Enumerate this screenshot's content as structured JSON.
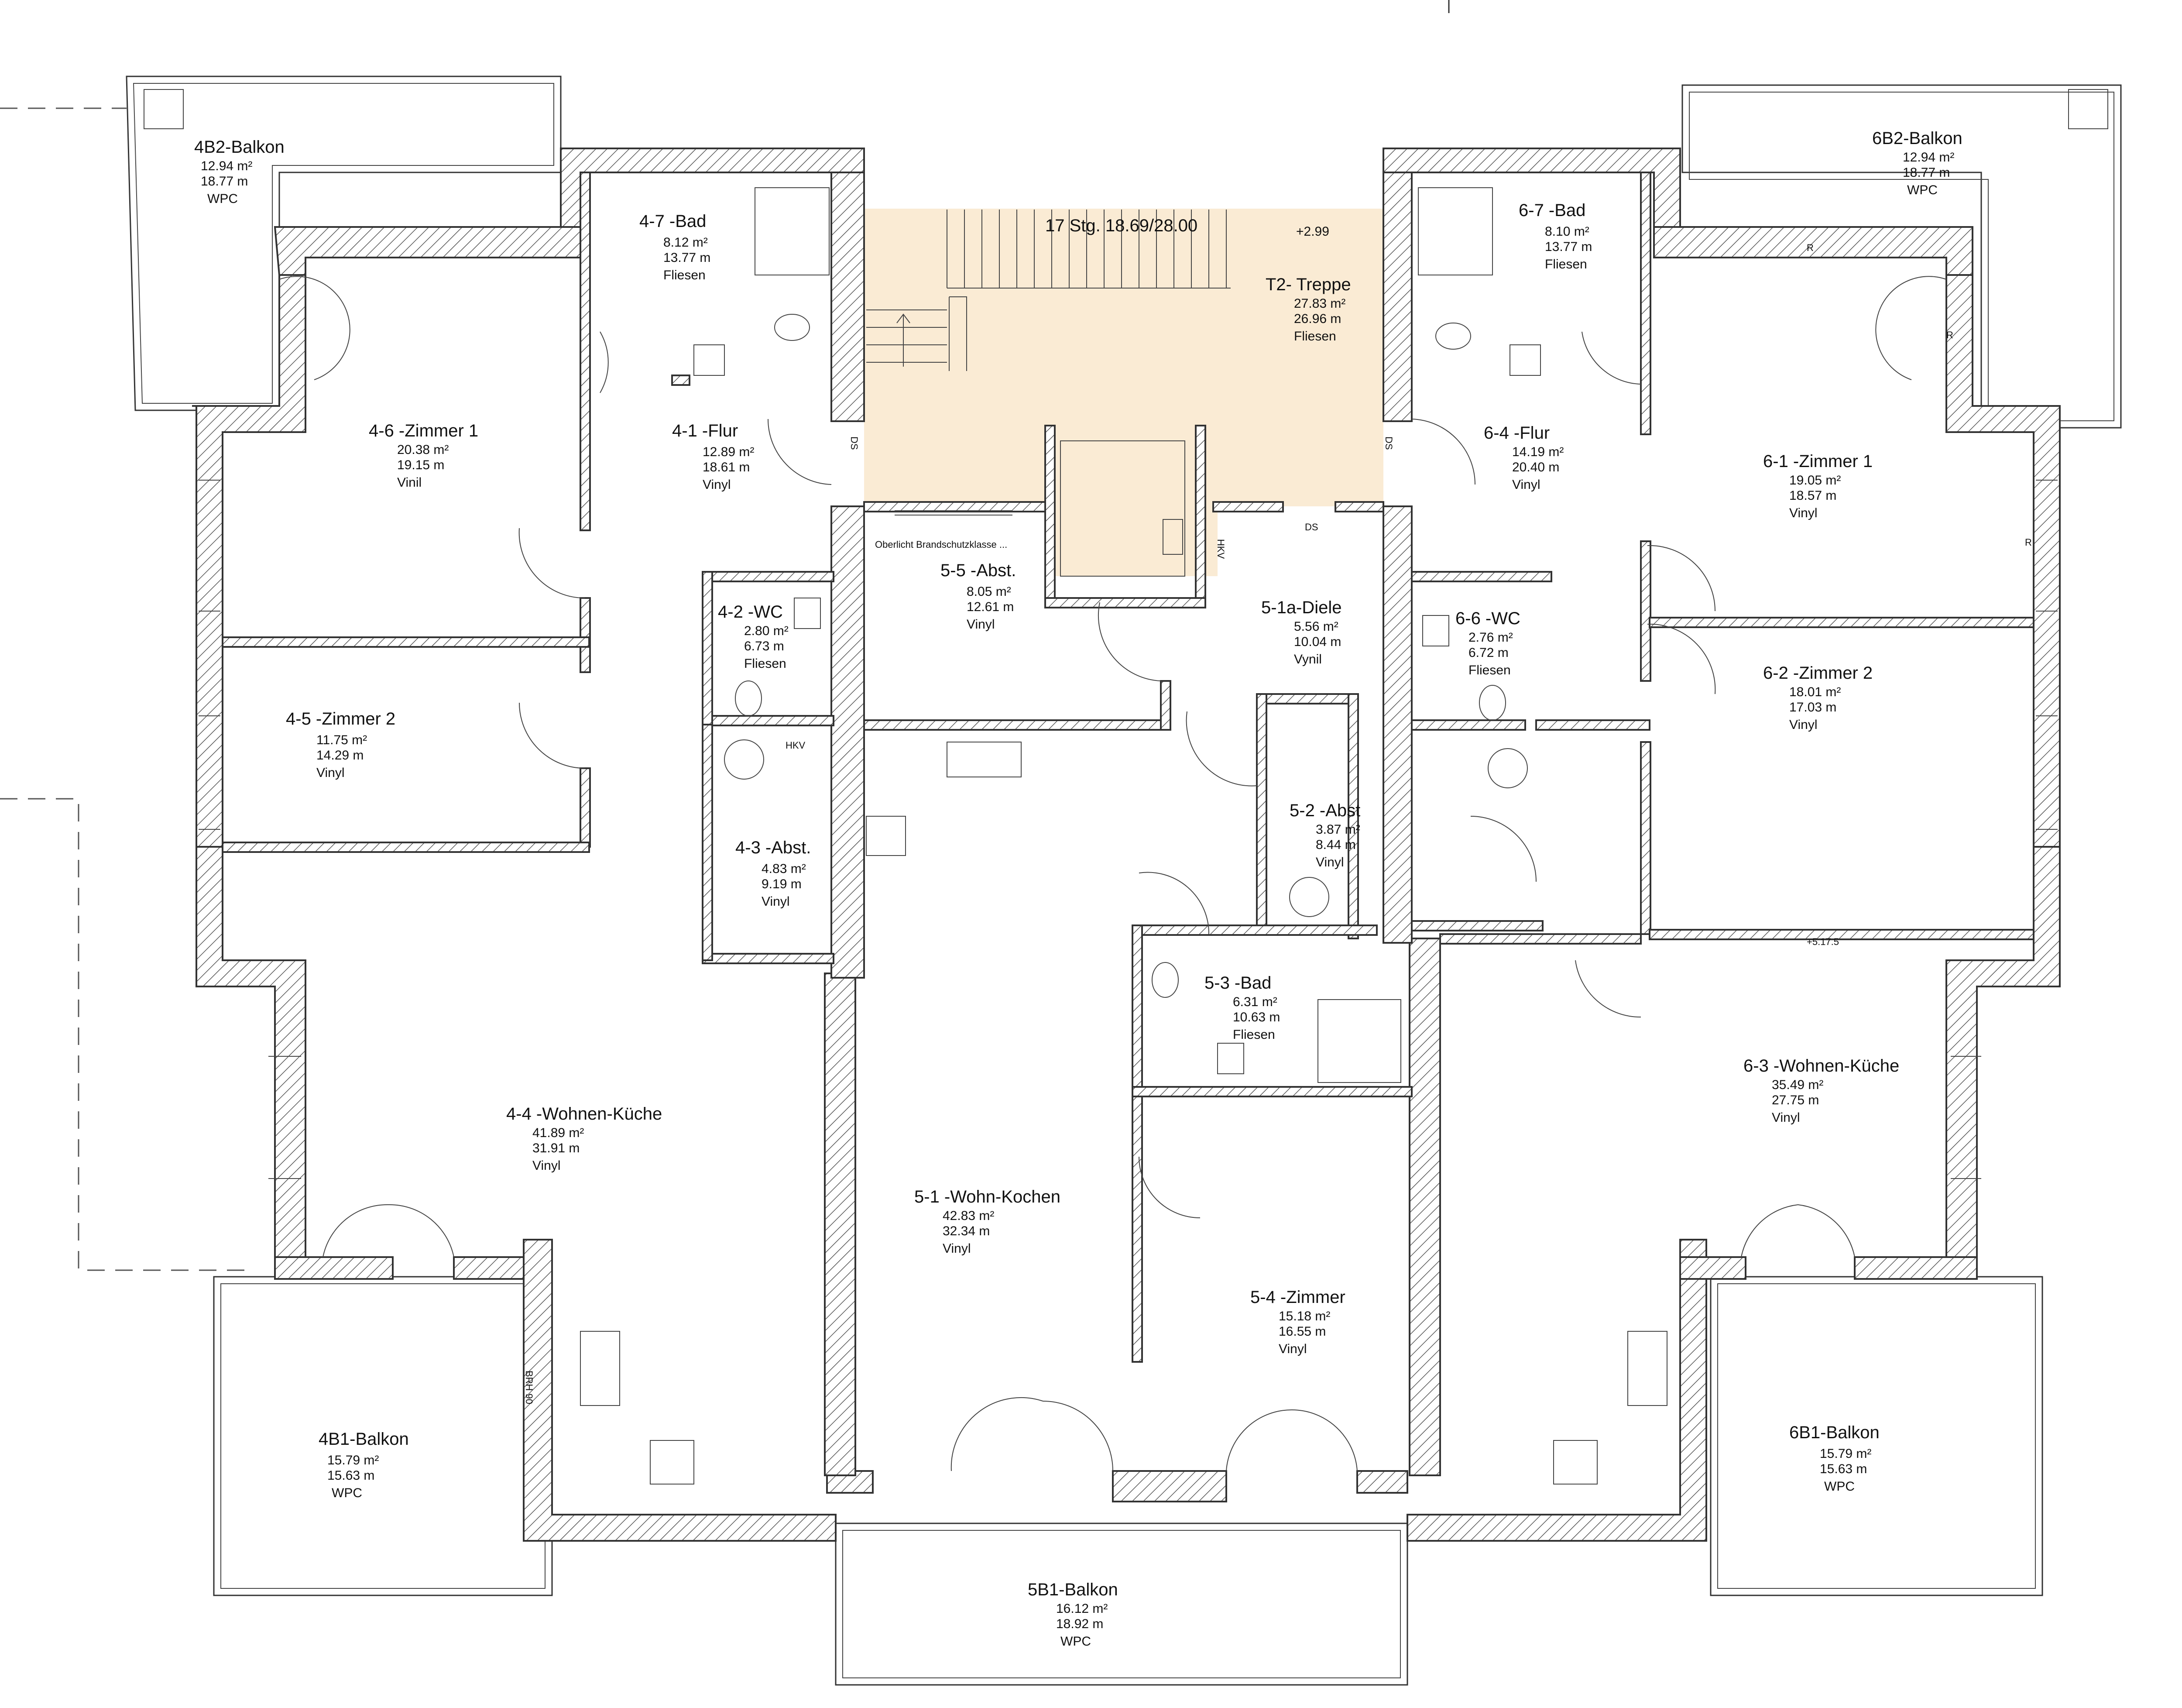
{
  "colors": {
    "stair_fill": "#faebd4",
    "wall_stroke": "#333333",
    "background": "#ffffff"
  },
  "rooms": {
    "r4b2": {
      "name": "4B2-Balkon",
      "area": "12.94 m²",
      "perimeter": "18.77 m",
      "floor": "WPC"
    },
    "r47": {
      "name": "4-7 -Bad",
      "area": "8.12 m²",
      "perimeter": "13.77 m",
      "floor": "Fliesen"
    },
    "rt2": {
      "name": "T2- Treppe",
      "area": "27.83 m²",
      "perimeter": "26.96 m",
      "floor": "Fliesen"
    },
    "r67": {
      "name": "6-7 -Bad",
      "area": "8.10 m²",
      "perimeter": "13.77 m",
      "floor": "Fliesen"
    },
    "r6b2": {
      "name": "6B2-Balkon",
      "area": "12.94 m²",
      "perimeter": "18.77 m",
      "floor": "WPC"
    },
    "r46": {
      "name": "4-6 -Zimmer 1",
      "area": "20.38 m²",
      "perimeter": "19.15 m",
      "floor": "Vinil"
    },
    "r41": {
      "name": "4-1 -Flur",
      "area": "12.89 m²",
      "perimeter": "18.61 m",
      "floor": "Vinyl"
    },
    "r64": {
      "name": "6-4 -Flur",
      "area": "14.19 m²",
      "perimeter": "20.40 m",
      "floor": "Vinyl"
    },
    "r61": {
      "name": "6-1 -Zimmer 1",
      "area": "19.05 m²",
      "perimeter": "18.57 m",
      "floor": "Vinyl"
    },
    "r55": {
      "name": "5-5 -Abst.",
      "area": "8.05 m²",
      "perimeter": "12.61 m",
      "floor": "Vinyl"
    },
    "r42": {
      "name": "4-2 -WC",
      "area": "2.80 m²",
      "perimeter": "6.73 m",
      "floor": "Fliesen"
    },
    "r51a": {
      "name": "5-1a-Diele",
      "area": "5.56 m²",
      "perimeter": "10.04 m",
      "floor": "Vynil"
    },
    "r66": {
      "name": "6-6 -WC",
      "area": "2.76 m²",
      "perimeter": "6.72 m",
      "floor": "Fliesen"
    },
    "r45": {
      "name": "4-5 -Zimmer 2",
      "area": "11.75 m²",
      "perimeter": "14.29 m",
      "floor": "Vinyl"
    },
    "r62": {
      "name": "6-2 -Zimmer 2",
      "area": "18.01 m²",
      "perimeter": "17.03 m",
      "floor": "Vinyl"
    },
    "r52": {
      "name": "5-2 -Abst",
      "area": "3.87 m²",
      "perimeter": "8.44 m",
      "floor": "Vinyl"
    },
    "r43": {
      "name": "4-3 -Abst.",
      "area": "4.83 m²",
      "perimeter": "9.19 m",
      "floor": "Vinyl"
    },
    "r53": {
      "name": "5-3 -Bad",
      "area": "6.31 m²",
      "perimeter": "10.63 m",
      "floor": "Fliesen"
    },
    "r63": {
      "name": "6-3 -Wohnen-Küche",
      "area": "35.49 m²",
      "perimeter": "27.75 m",
      "floor": "Vinyl"
    },
    "r44": {
      "name": "4-4 -Wohnen-Küche",
      "area": "41.89 m²",
      "perimeter": "31.91 m",
      "floor": "Vinyl"
    },
    "r51": {
      "name": "5-1 -Wohn-Kochen",
      "area": "42.83 m²",
      "perimeter": "32.34 m",
      "floor": "Vinyl"
    },
    "r54": {
      "name": "5-4 -Zimmer",
      "area": "15.18 m²",
      "perimeter": "16.55 m",
      "floor": "Vinyl"
    },
    "r4b1": {
      "name": "4B1-Balkon",
      "area": "15.79 m²",
      "perimeter": "15.63 m",
      "floor": "WPC"
    },
    "r6b1": {
      "name": "6B1-Balkon",
      "area": "15.79 m²",
      "perimeter": "15.63 m",
      "floor": "WPC"
    },
    "r5b1": {
      "name": "5B1-Balkon",
      "area": "16.12 m²",
      "perimeter": "18.92 m",
      "floor": "WPC"
    }
  },
  "annotations": {
    "stairs": "17 Stg. 18.69/28.00",
    "level": "+2.99",
    "skylight": "Oberlicht Brandschutzklasse ...",
    "ds": "DS",
    "hkv": "HKV",
    "bbr": "BRH 90",
    "r": "R",
    "elev": "+5.17.5"
  }
}
